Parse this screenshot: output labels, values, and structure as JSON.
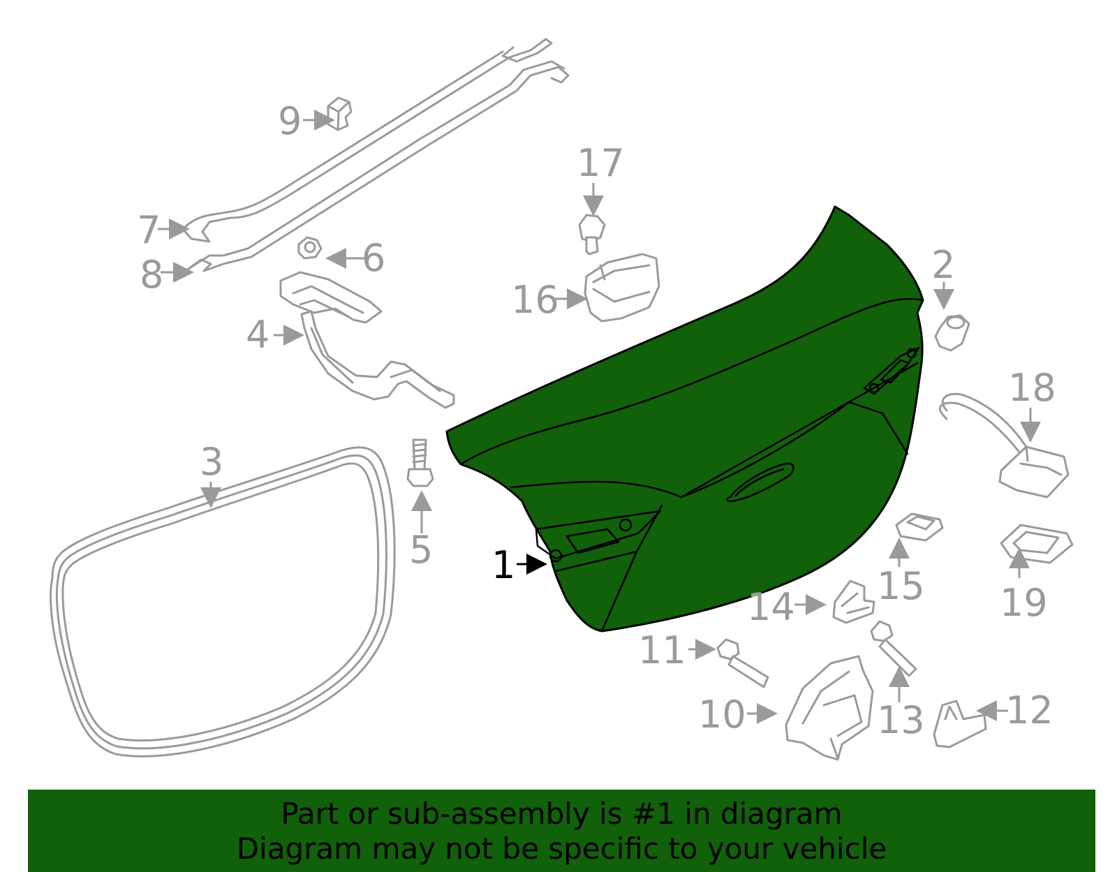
{
  "callouts": {
    "c1": "1",
    "c2": "2",
    "c3": "3",
    "c4": "4",
    "c5": "5",
    "c6": "6",
    "c7": "7",
    "c8": "8",
    "c9": "9",
    "c10": "10",
    "c11": "11",
    "c12": "12",
    "c13": "13",
    "c14": "14",
    "c15": "15",
    "c16": "16",
    "c17": "17",
    "c18": "18",
    "c19": "19"
  },
  "highlighted_part": "1",
  "banner": {
    "line1": "Part or sub-assembly is #1 in diagram",
    "line2": "Diagram may not be specific to your vehicle"
  },
  "colors": {
    "highlight": "#11600a",
    "part_stroke": "#9a9a9a",
    "banner_bg": "#11600a"
  }
}
